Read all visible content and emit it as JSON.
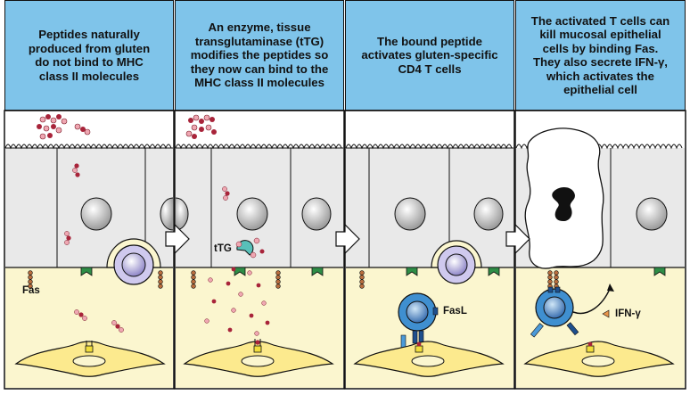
{
  "panels": [
    {
      "caption": "Peptides naturally\nproduced from gluten\ndo not bind to MHC\nclass II molecules"
    },
    {
      "caption": "An enzyme, tissue\ntransglutaminase (tTG)\nmodifies the peptides so\nthey now can bind to the\nMHC class II molecules"
    },
    {
      "caption": "The bound peptide\nactivates gluten-specific\nCD4 T cells"
    },
    {
      "caption": "The activated T cells can\nkill mucosal epithelial\ncells by binding Fas.\nThey also secrete IFN-γ,\nwhich activates the\nepithelial cell"
    }
  ],
  "labels": {
    "fas": "Fas",
    "ttg": "tTG",
    "fasl": "FasL",
    "ifn": "IFN-γ"
  },
  "colors": {
    "header_blue": "#7fc4ea",
    "lumen": "#ffffff",
    "epithelium": "#e9e9e9",
    "lamina_propria": "#fbf6cf",
    "t_cell": "#3f8fd0",
    "peptide": "#a8243a",
    "peptide_light": "#efa7b2",
    "fas_receptor": "#b86d3e",
    "mhc": "#2e8d46",
    "ttg_enzyme": "#58c0b9"
  }
}
